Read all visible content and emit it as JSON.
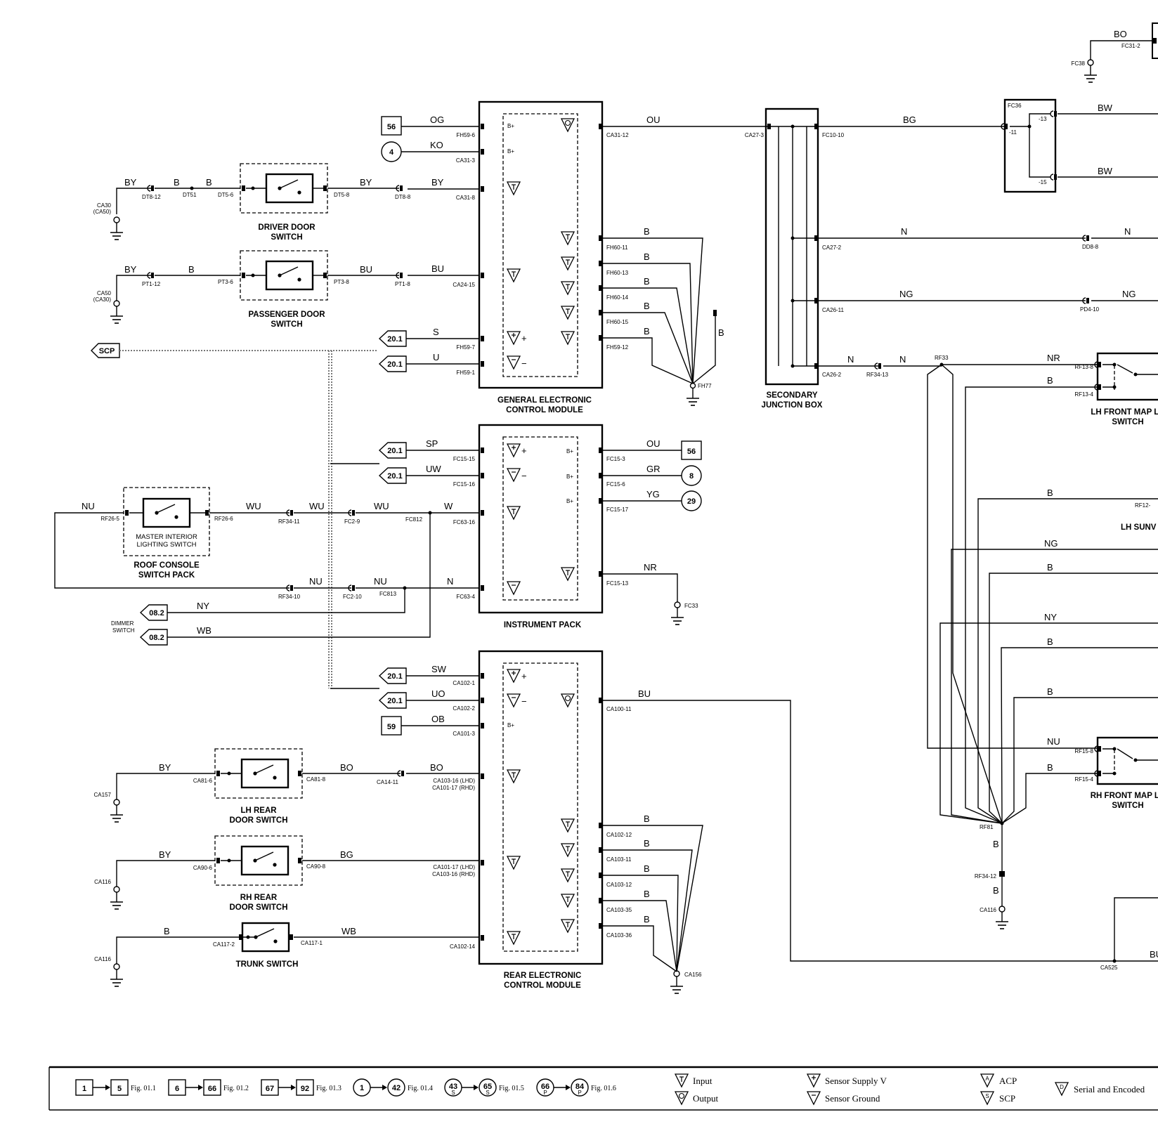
{
  "modules": {
    "gecm": [
      "GENERAL ELECTRONIC",
      "CONTROL MODULE"
    ],
    "ip": "INSTRUMENT PACK",
    "recm": [
      "REAR ELECTRONIC",
      "CONTROL MODULE"
    ],
    "sjb": [
      "SECONDARY",
      "JUNCTION BOX"
    ]
  },
  "switches": {
    "driver_door": [
      "DRIVER DOOR",
      "SWITCH"
    ],
    "passenger_door": [
      "PASSENGER DOOR",
      "SWITCH"
    ],
    "roof_console": [
      "ROOF CONSOLE",
      "SWITCH PACK"
    ],
    "master_interior": [
      "MASTER INTERIOR",
      "LIGHTING SWITCH"
    ],
    "lh_rear_door": [
      "LH REAR",
      "DOOR SWITCH"
    ],
    "rh_rear_door": [
      "RH REAR",
      "DOOR SWITCH"
    ],
    "trunk": "TRUNK SWITCH",
    "lh_front_map": [
      "LH FRONT MAP LA",
      "SWITCH"
    ],
    "rh_front_map": [
      "RH FRONT MAP LA",
      "SWITCH"
    ],
    "lh_sunvisor": "LH SUNV",
    "dimmer": [
      "DIMMER",
      "SWITCH"
    ]
  },
  "refs": {
    "r56": "56",
    "r4": "4",
    "r201": "20.1",
    "r8": "8",
    "r29": "29",
    "r59": "59",
    "r082": "08.2",
    "scp": "SCP"
  },
  "wires": {
    "og": "OG",
    "ko": "KO",
    "by": "BY",
    "b": "B",
    "bu": "BU",
    "s": "S",
    "u": "U",
    "ou": "OU",
    "bg": "BG",
    "bw": "BW",
    "bo": "BO",
    "n": "N",
    "ng": "NG",
    "nr": "NR",
    "sp": "SP",
    "uw": "UW",
    "gr": "GR",
    "yg": "YG",
    "nu": "NU",
    "wu": "WU",
    "w": "W",
    "ny": "NY",
    "wb": "WB",
    "sw": "SW",
    "uo": "UO",
    "ob": "OB"
  },
  "pins": {
    "fh59_6": "FH59-6",
    "ca31_3": "CA31-3",
    "ca31_8": "CA31-8",
    "ca24_15": "CA24-15",
    "fh59_7": "FH59-7",
    "fh59_1": "FH59-1",
    "ca31_12": "CA31-12",
    "fh60_11": "FH60-11",
    "fh60_13": "FH60-13",
    "fh60_14": "FH60-14",
    "fh60_15": "FH60-15",
    "fh59_12": "FH59-12",
    "fh77": "FH77",
    "dt8_12": "DT8-12",
    "dt51": "DT51",
    "dt5_6": "DT5-6",
    "dt5_8": "DT5-8",
    "dt8_8": "DT8-8",
    "ca30": "CA30",
    "ca50p": "(CA50)",
    "ca50": "CA50",
    "ca30p": "(CA30)",
    "pt1_12": "PT1-12",
    "pt3_6": "PT3-6",
    "pt3_8": "PT3-8",
    "pt1_8": "PT1-8",
    "ca27_3": "CA27-3",
    "fc10_10": "FC10-10",
    "ca27_2": "CA27-2",
    "ca26_11": "CA26-11",
    "ca26_2": "CA26-2",
    "rf34_13": "RF34-13",
    "rf33": "RF33",
    "fc36": "FC36",
    "p11": "-11",
    "p13": "-13",
    "p15": "-15",
    "fc31_2": "FC31-2",
    "fc38": "FC38",
    "dd8_8": "DD8-8",
    "pd4_10": "PD4-10",
    "rf13_8": "RF13-8",
    "rf13_4": "RF13-4",
    "fc15_15": "FC15-15",
    "fc15_16": "FC15-16",
    "fc15_3": "FC15-3",
    "fc15_6": "FC15-6",
    "fc15_17": "FC15-17",
    "fc63_16": "FC63-16",
    "fc63_4": "FC63-4",
    "fc15_13": "FC15-13",
    "fc33": "FC33",
    "rf26_5": "RF26-5",
    "rf26_6": "RF26-6",
    "rf34_11": "RF34-11",
    "fc2_9": "FC2-9",
    "fc812": "FC812",
    "rf34_10": "RF34-10",
    "fc2_10": "FC2-10",
    "fc813": "FC813",
    "rf12": "RF12-",
    "rf15_8": "RF15-8",
    "rf15_4": "RF15-4",
    "rf81": "RF81",
    "rf34_12": "RF34-12",
    "ca116": "CA116",
    "ca102_1": "CA102-1",
    "ca102_2": "CA102-2",
    "ca101_3": "CA101-3",
    "ca100_11": "CA100-11",
    "ca157": "CA157",
    "ca81_6": "CA81-6",
    "ca81_8": "CA81-8",
    "ca14_11": "CA14-11",
    "ca103_16_lhd": "CA103-16 (LHD)",
    "ca101_17_rhd": "CA101-17 (RHD)",
    "ca90_6": "CA90-6",
    "ca90_8": "CA90-8",
    "ca101_17_lhd": "CA101-17 (LHD)",
    "ca103_16_rhd": "CA103-16 (RHD)",
    "ca117_2": "CA117-2",
    "ca117_1": "CA117-1",
    "ca102_14": "CA102-14",
    "ca102_12": "CA102-12",
    "ca103_11": "CA103-11",
    "ca103_12": "CA103-12",
    "ca103_35": "CA103-35",
    "ca103_36": "CA103-36",
    "ca156": "CA156",
    "ca525": "CA525",
    "bp": "B+"
  },
  "legend": {
    "items": [
      {
        "from": "1",
        "to": "5",
        "fig": "Fig. 01.1"
      },
      {
        "from": "6",
        "to": "66",
        "fig": "Fig. 01.2"
      },
      {
        "from": "67",
        "to": "92",
        "fig": "Fig. 01.3"
      },
      {
        "from": "1",
        "to": "42",
        "fig": "Fig. 01.4"
      },
      {
        "from": "43",
        "to": "65",
        "fig": "Fig. 01.5"
      },
      {
        "from": "66",
        "to": "84",
        "fig": "Fig. 01.6"
      }
    ],
    "sub_s": "S",
    "sub_p": "P",
    "input": "Input",
    "output": "Output",
    "sensor_supply": "Sensor Supply V",
    "sensor_ground": "Sensor Ground",
    "acp": "ACP",
    "scp": "SCP",
    "serial": "Serial and Encoded"
  },
  "icons": [
    "ground-icon",
    "switch-icon",
    "connector-icon",
    "input-icon",
    "output-icon"
  ]
}
